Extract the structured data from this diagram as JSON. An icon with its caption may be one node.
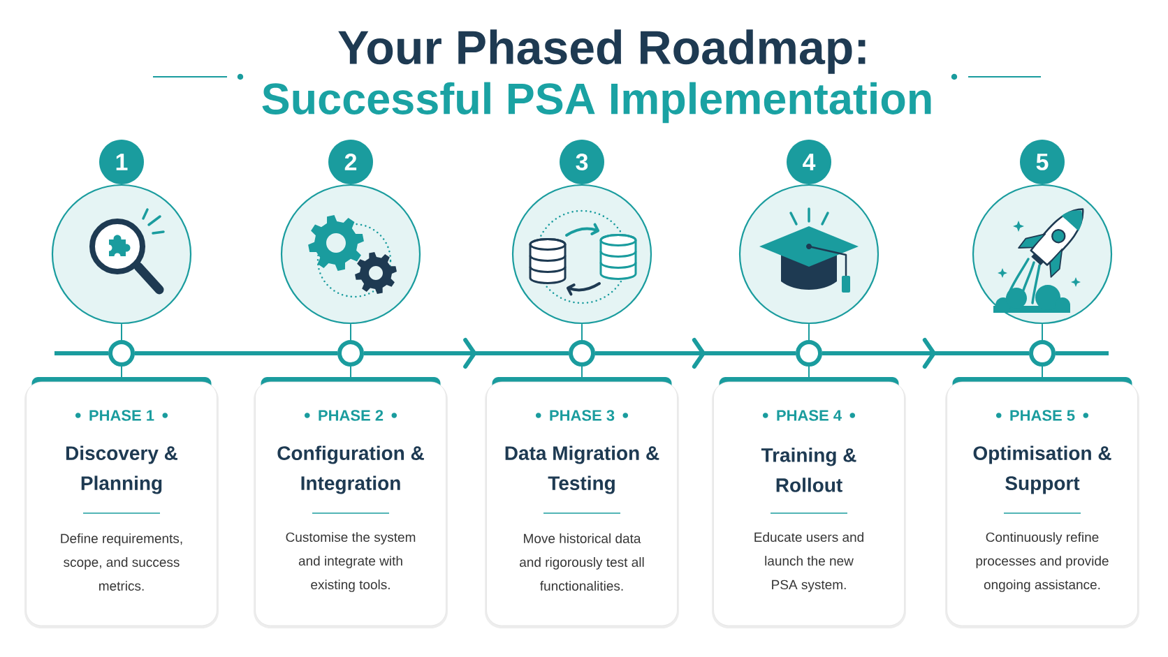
{
  "diagram": {
    "title": "Your Phased Roadmap:",
    "labels": [
      "Successful PSA Implementation"
    ],
    "nodes": [
      {
        "text": [
          "1"
        ]
      },
      {
        "text": [],
        "shape": "circle"
      },
      {
        "text": [],
        "shape": "circle"
      },
      {
        "text": [
          "PHASE 1",
          "Discovery & Planning",
          "Define requirements, scope, and success metrics."
        ]
      },
      {
        "text": [
          "2"
        ]
      },
      {
        "text": [],
        "shape": "circle"
      },
      {
        "text": [],
        "shape": "circle"
      },
      {
        "text": [
          "PHASE 2",
          "Configuration & Integration",
          "Customise the system and integrate with existing tools."
        ]
      },
      {
        "text": [
          "3"
        ]
      },
      {
        "text": [],
        "shape": "circle"
      },
      {
        "text": [],
        "shape": "circle"
      },
      {
        "text": [
          "PHASE 3",
          "Data Migration & Testing",
          "Move historical data and rigorously test all functionalities."
        ]
      },
      {
        "text": [
          "4"
        ]
      },
      {
        "text": [],
        "shape": "circle"
      },
      {
        "text": [],
        "shape": "circle"
      },
      {
        "text": [
          "PHASE 4",
          "Training & Rollout",
          "Educate users and launch the new PSA system."
        ]
      },
      {
        "text": [
          "5"
        ]
      },
      {
        "text": [],
        "shape": "circle"
      },
      {
        "text": [],
        "shape": "circle"
      },
      {
        "text": [
          "PHASE 5",
          "Optimisation & Support",
          "Continuously refine processes and provide ongoing assistance."
        ]
      }
    ],
    "edges": [
      {
        "from": 1,
        "to": 2,
        "arrow": "none"
      },
      {
        "from": 2,
        "to": 3,
        "arrow": "none"
      },
      {
        "from": 5,
        "to": 6,
        "arrow": "none"
      },
      {
        "from": 6,
        "to": 7,
        "arrow": "none"
      },
      {
        "from": 9,
        "to": 10,
        "arrow": "none"
      },
      {
        "from": 10,
        "to": 11,
        "arrow": "none"
      },
      {
        "from": 13,
        "to": 14,
        "arrow": "none"
      },
      {
        "from": 14,
        "to": 15,
        "arrow": "none"
      },
      {
        "from": 17,
        "to": 18,
        "arrow": "none"
      },
      {
        "from": 18,
        "to": 19,
        "arrow": "none"
      },
      {
        "from": null,
        "to": 2,
        "arrow": "none",
        "style": "thick"
      },
      {
        "from": 2,
        "to": 6,
        "arrow": "none",
        "style": "thick"
      },
      {
        "from": 6,
        "to": 10,
        "arrow": "to",
        "style": "thick"
      },
      {
        "from": 10,
        "to": 14,
        "arrow": "to",
        "style": "thick"
      },
      {
        "from": 14,
        "to": 18,
        "arrow": "to",
        "style": "thick"
      },
      {
        "from": 18,
        "to": null,
        "arrow": "none",
        "style": "thick"
      }
    ]
  }
}
